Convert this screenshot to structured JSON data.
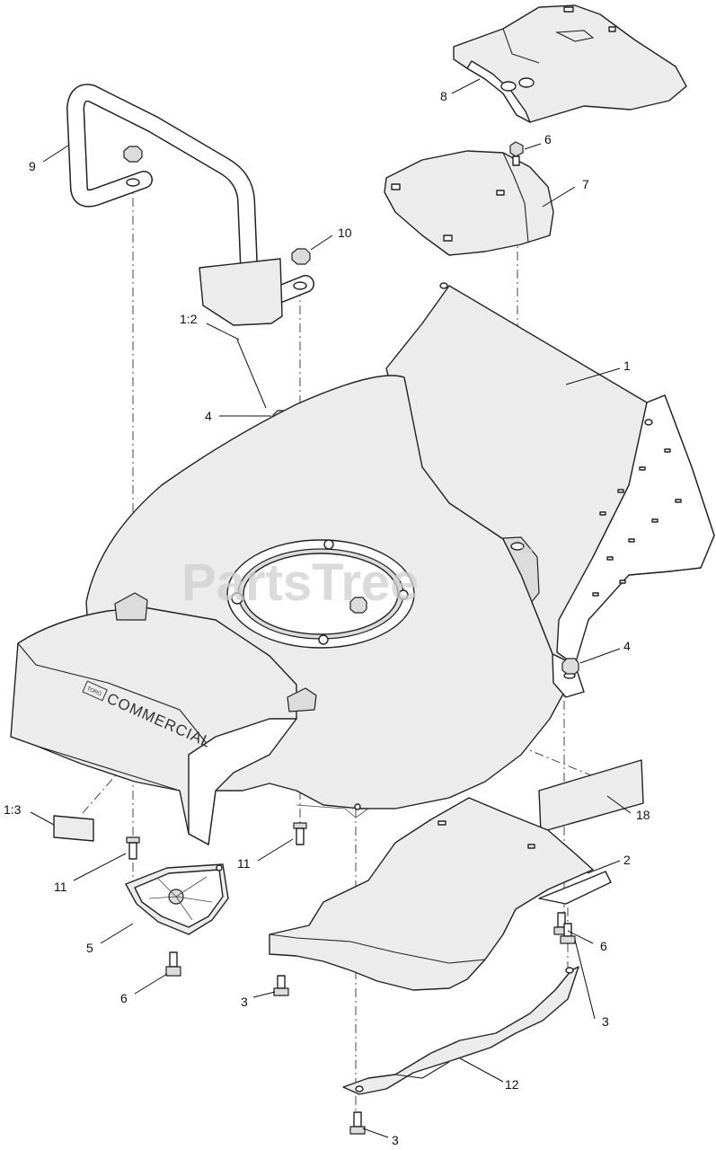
{
  "watermark": {
    "text": "PartsTree",
    "trademark": "TM"
  },
  "brand": {
    "text": "COMMERCIAL",
    "badge": "TORO"
  },
  "callouts": [
    {
      "id": "c8",
      "text": "8"
    },
    {
      "id": "c6a",
      "text": "6"
    },
    {
      "id": "c9",
      "text": "9"
    },
    {
      "id": "c7",
      "text": "7"
    },
    {
      "id": "c10",
      "text": "10"
    },
    {
      "id": "c1-2",
      "text": "1:2"
    },
    {
      "id": "c1",
      "text": "1"
    },
    {
      "id": "c4a",
      "text": "4"
    },
    {
      "id": "c4b",
      "text": "4"
    },
    {
      "id": "c18",
      "text": "18"
    },
    {
      "id": "c1-3",
      "text": "1:3"
    },
    {
      "id": "c11a",
      "text": "11"
    },
    {
      "id": "c11b",
      "text": "11"
    },
    {
      "id": "c2",
      "text": "2"
    },
    {
      "id": "c5",
      "text": "5"
    },
    {
      "id": "c6b",
      "text": "6"
    },
    {
      "id": "c6c",
      "text": "6"
    },
    {
      "id": "c3a",
      "text": "3"
    },
    {
      "id": "c3b",
      "text": "3"
    },
    {
      "id": "c12",
      "text": "12"
    },
    {
      "id": "c3c",
      "text": "3"
    }
  ]
}
